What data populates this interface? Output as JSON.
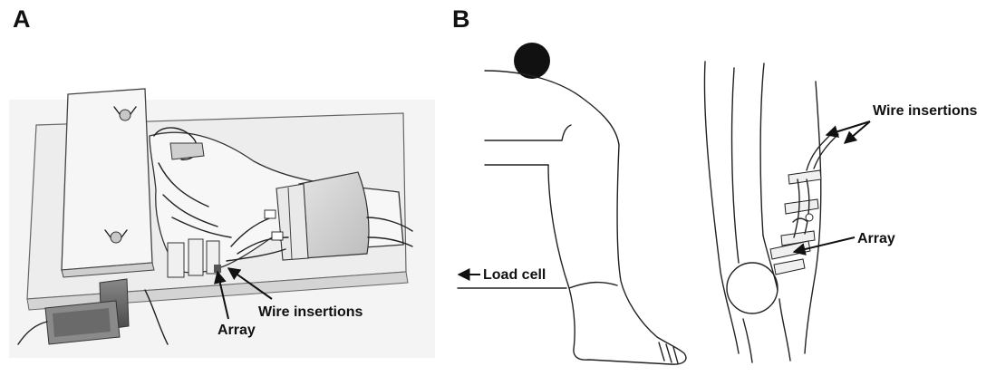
{
  "panels": {
    "a": {
      "letter": "A",
      "labels": {
        "array": "Array",
        "wire_insertions": "Wire insertions"
      }
    },
    "b": {
      "letter": "B",
      "labels": {
        "wire_insertions": "Wire insertions",
        "array": "Array",
        "load_cell": "Load cell"
      }
    }
  }
}
